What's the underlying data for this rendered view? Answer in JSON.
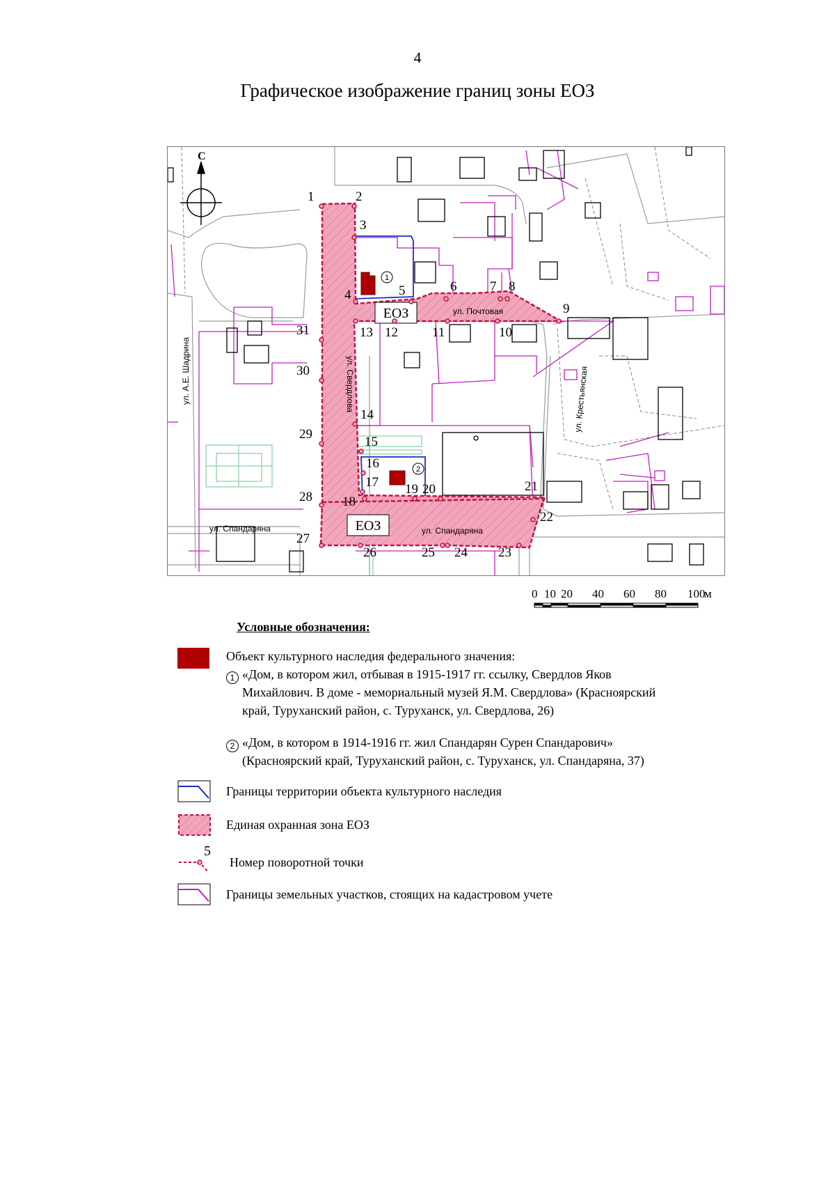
{
  "page_number": "4",
  "title": "Графическое изображение границ зоны ЕОЗ",
  "colors": {
    "zone_fill": "#f2a6bc",
    "zone_border": "#c0143c",
    "object_fill": "#b00000",
    "object_territory_border": "#1f2bc9",
    "cadastral_border": "#c21fc2",
    "building_border": "#000000",
    "street_border": "#9a9a9a",
    "green_border": "#7fd29b"
  },
  "map": {
    "north_label": "С",
    "zone_labels": [
      "ЕОЗ",
      "ЕОЗ"
    ],
    "streets": [
      {
        "name": "ул. Почтовая"
      },
      {
        "name": "ул. Свердлова"
      },
      {
        "name": "ул. А.Е. Шадрина"
      },
      {
        "name": "ул. Крестьянская"
      },
      {
        "name": "ул. Спандаряна"
      },
      {
        "name": "ул. Спандаряна"
      }
    ],
    "objects": [
      {
        "num": "1"
      },
      {
        "num": "2"
      }
    ],
    "points": [
      "1",
      "2",
      "3",
      "4",
      "5",
      "6",
      "7",
      "8",
      "9",
      "10",
      "11",
      "12",
      "13",
      "14",
      "15",
      "16",
      "17",
      "18",
      "19",
      "20",
      "21",
      "22",
      "23",
      "24",
      "25",
      "26",
      "27",
      "28",
      "29",
      "30",
      "31"
    ]
  },
  "scale_bar": {
    "ticks": [
      "0",
      "10",
      "20",
      "40",
      "60",
      "80",
      "100"
    ],
    "unit": "м"
  },
  "legend": {
    "title": "Условные обозначения:",
    "items": [
      {
        "symbol": "object",
        "text": "Объект культурного наследия федерального значения:",
        "subitems": [
          {
            "num": "1",
            "text_lines": [
              "«Дом, в котором жил, отбывая в 1915-1917 гг. ссылку, Свердлов Яков",
              "Михайлович. В доме - мемориальный музей Я.М. Свердлова» (Красноярский",
              "край, Туруханский район, с. Туруханск, ул. Свердлова, 26)"
            ]
          },
          {
            "num": "2",
            "text_lines": [
              "«Дом, в котором в 1914-1916 гг. жил Спандарян Сурен Спандарович»",
              "(Красноярский край, Туруханский район, с. Туруханск, ул. Спандаряна, 37)"
            ]
          }
        ]
      },
      {
        "symbol": "object-territory",
        "text": "Границы территории объекта культурного наследия"
      },
      {
        "symbol": "zone",
        "text": "Единая охранная зона ЕОЗ"
      },
      {
        "symbol": "turn-point",
        "label": "5",
        "text": "Номер поворотной точки"
      },
      {
        "symbol": "cadastral",
        "text": "Границы земельных участков, стоящих на кадастровом учете"
      }
    ]
  }
}
